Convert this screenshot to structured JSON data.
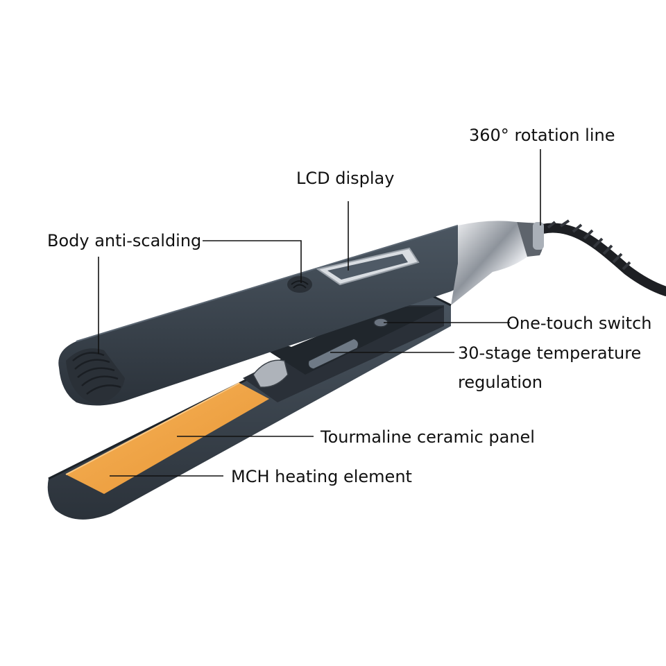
{
  "labels": {
    "rotation_line": "360° rotation line",
    "lcd_display": "LCD display",
    "body_anti_scalding": "Body anti-scalding",
    "one_touch_switch": "One-touch switch",
    "temperature_line1": "30-stage temperature",
    "temperature_line2": "regulation",
    "tourmaline_panel": "Tourmaline ceramic panel",
    "mch_heating": "MCH heating element"
  },
  "colors": {
    "body": "#3c4650",
    "body_dark": "#262c33",
    "ceramic": "#f0a040",
    "chrome": "#c8ccd2",
    "cord": "#1c1e22"
  }
}
